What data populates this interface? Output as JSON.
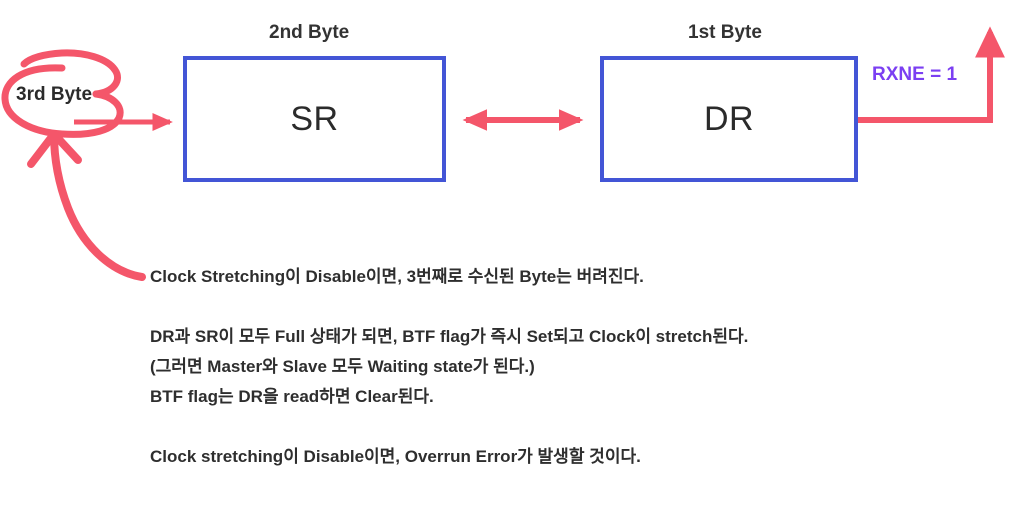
{
  "diagram": {
    "title": "I2C receive path: SR / DR registers",
    "colors": {
      "box_border": "#4355d6",
      "arrow_red": "#f4566a",
      "flag_purple": "#7b3ff2",
      "text": "#2b2b2b",
      "background": "#ffffff"
    },
    "captions": {
      "second_byte": "2nd Byte",
      "first_byte": "1st Byte"
    },
    "boxes": [
      {
        "id": "sr",
        "label": "SR"
      },
      {
        "id": "dr",
        "label": "DR"
      }
    ],
    "annotations": {
      "third_byte": "3rd Byte",
      "rxne_flag": "RXNE = 1"
    }
  },
  "notes": {
    "group1": [
      "Clock Stretching이 Disable이면, 3번째로 수신된 Byte는 버려진다."
    ],
    "group2": [
      "DR과 SR이 모두 Full 상태가 되면, BTF flag가 즉시 Set되고 Clock이 stretch된다.",
      "(그러면 Master와 Slave 모두 Waiting state가 된다.)",
      "BTF flag는 DR을 read하면 Clear된다."
    ],
    "group3": [
      "Clock stretching이 Disable이면, Overrun Error가 발생할 것이다."
    ]
  }
}
